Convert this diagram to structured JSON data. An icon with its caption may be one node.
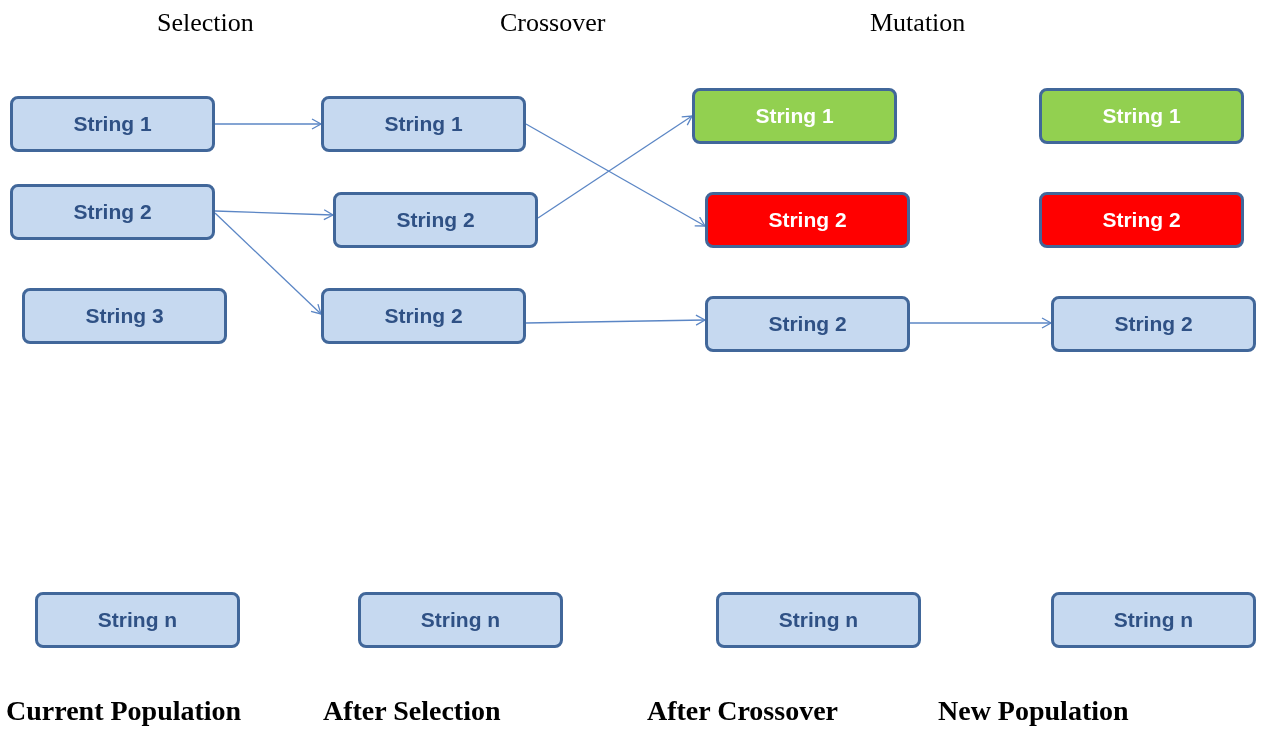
{
  "diagram": {
    "nodes": [
      {
        "text": [
          "String 1"
        ]
      },
      {
        "text": [
          "String 2"
        ]
      },
      {
        "text": [
          "String 3"
        ]
      },
      {
        "text": [
          "String n"
        ]
      },
      {
        "text": [
          "String 1"
        ]
      },
      {
        "text": [
          "String 2"
        ]
      },
      {
        "text": [
          "String 2"
        ]
      },
      {
        "text": [
          "String n"
        ]
      },
      {
        "text": [
          "String 1"
        ]
      },
      {
        "text": [
          "String 2"
        ]
      },
      {
        "text": [
          "String 2"
        ]
      },
      {
        "text": [
          "String n"
        ]
      },
      {
        "text": [
          "String 1"
        ]
      },
      {
        "text": [
          "String 2"
        ]
      },
      {
        "text": [
          "String 2"
        ]
      },
      {
        "text": [
          "String n"
        ]
      }
    ],
    "edges": [
      {
        "from": 0,
        "to": 4,
        "arrow": "to"
      },
      {
        "from": 1,
        "to": 5,
        "arrow": "to"
      },
      {
        "from": 1,
        "to": 6,
        "arrow": "to"
      },
      {
        "from": 4,
        "to": 9,
        "arrow": "to"
      },
      {
        "from": 5,
        "to": 8,
        "arrow": "to"
      },
      {
        "from": 6,
        "to": 10,
        "arrow": "to"
      },
      {
        "from": 10,
        "to": 14,
        "arrow": "to"
      }
    ],
    "labels": [
      "Selection",
      "Crossover",
      "Mutation",
      "Current Population",
      "After Selection",
      "After Crossover",
      "New Population"
    ]
  }
}
